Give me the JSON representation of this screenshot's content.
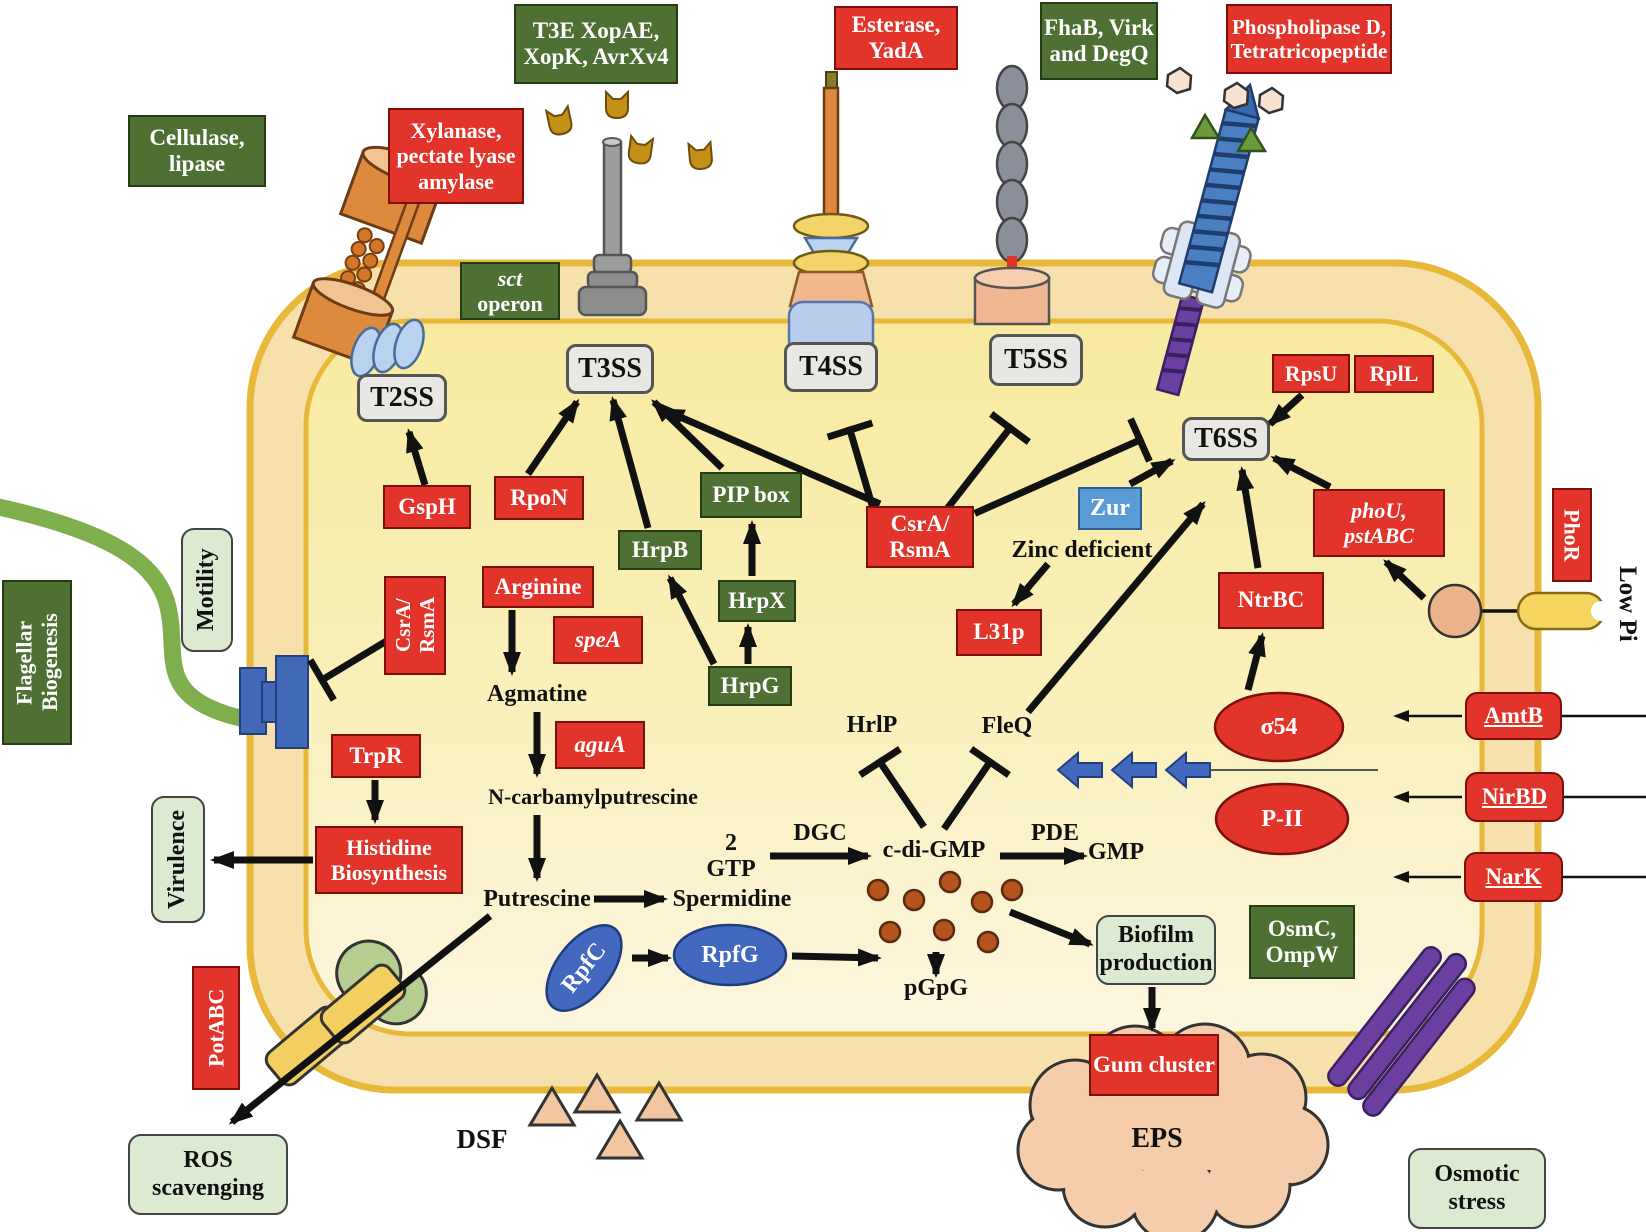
{
  "colors": {
    "red_box": "#e2342a",
    "green_box": "#4e7032",
    "light_green_box": "#ddead2",
    "gray_box": "#e9e7e3",
    "blue_box": "#5b9bd5",
    "blue_protein": "#4268c0",
    "cell_interior": "#f8ecaa",
    "periplasm": "#f6e1ad",
    "membrane_line": "#e8b83a",
    "arrow": "#111111",
    "flagellum": "#7fae4c",
    "t6ss_screw": "#4a7fc1",
    "purple_rod": "#6b3fa0",
    "eps_cloud": "#f5cdaa",
    "dot": "#b5541e"
  },
  "labels": {
    "cellulase": "Cellulase,\nlipase",
    "t3e": "T3E XopAE,\nXopK, AvrXv4",
    "xylanase": "Xylanase,\npectate lyase\namylase",
    "esterase": "Esterase,\nYadA",
    "fhab": "FhaB, Virk\nand DegQ",
    "phospholipase": "Phospholipase D,\nTetratricopeptide",
    "sct_line1": "sct",
    "sct_line2": "operon",
    "t2ss": "T2SS",
    "t3ss": "T3SS",
    "t4ss": "T4SS",
    "t5ss": "T5SS",
    "t6ss": "T6SS",
    "rpsu": "RpsU",
    "rpll": "RplL",
    "gsph": "GspH",
    "rpon": "RpoN",
    "pip_box": "PIP box",
    "hrpb": "HrpB",
    "hrpx": "HrpX",
    "hrpg": "HrpG",
    "csra_center": "CsrA/\nRsmA",
    "csra_left": "CsrA/\nRsmA",
    "zur": "Zur",
    "zinc_deficient": "Zinc deficient",
    "l31p": "L31p",
    "motility": "Motility",
    "flagellar": "Flagellar\nBiogenesis",
    "arginine": "Arginine",
    "spea": "speA",
    "agmatine": "Agmatine",
    "agua": "aguA",
    "ncarb": "N-carbamylputrescine",
    "putrescine": "Putrescine",
    "spermidine": "Spermidine",
    "trpr": "TrpR",
    "histidine": "Histidine\nBiosynthesis",
    "virulence": "Virulence",
    "potabc": "PotABC",
    "ros": "ROS\nscavenging",
    "dsf": "DSF",
    "rpfc": "RpfC",
    "rpfg": "RpfG",
    "hrlp": "HrlP",
    "fleq": "FleQ",
    "gtp2": "2 GTP",
    "dgc": "DGC",
    "cdigmp": "c-di-GMP",
    "pde": "PDE",
    "gmp": "GMP",
    "pgpg": "pGpG",
    "biofilm": "Biofilm\nproduction",
    "gum": "Gum cluster",
    "eps": "EPS",
    "osmc": "OsmC,\nOmpW",
    "osmotic": "Osmotic\nstress",
    "phou": "phoU,\npstABC",
    "ntrbc": "NtrBC",
    "sigma54": "σ54",
    "pii": "P-II",
    "phor": "PhoR",
    "low_pi": "Low Pi",
    "amtb": "AmtB",
    "nirbd": "NirBD",
    "nark": "NarK"
  }
}
